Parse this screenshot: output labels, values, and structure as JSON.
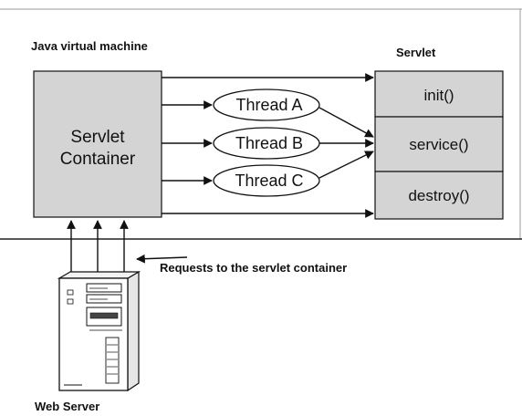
{
  "jvm_label": "Java virtual machine",
  "servlet_heading": "Servlet",
  "container": {
    "line1": "Servlet",
    "line2": "Container"
  },
  "threads": [
    "Thread A",
    "Thread B",
    "Thread C"
  ],
  "methods": [
    "init()",
    "service()",
    "destroy()"
  ],
  "requests_label": "Requests to the servlet container",
  "web_server_label": "Web Server",
  "colors": {
    "box_fill": "#d4d4d4",
    "stroke": "#111111",
    "background": "#ffffff"
  }
}
